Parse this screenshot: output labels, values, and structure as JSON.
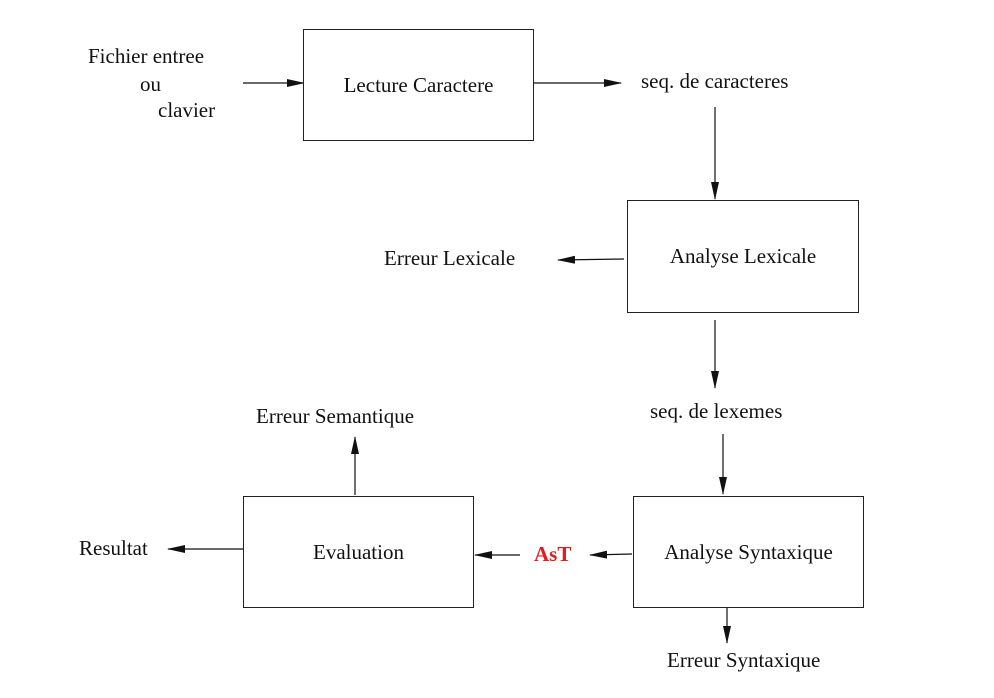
{
  "colors": {
    "stroke": "#111111",
    "ast_label": "#e41a1c"
  },
  "input": {
    "line1": "Fichier entree",
    "line2": "ou",
    "line3": "clavier"
  },
  "boxes": {
    "lecture": "Lecture Caractere",
    "lexicale": "Analyse Lexicale",
    "syntaxique": "Analyse Syntaxique",
    "evaluation": "Evaluation"
  },
  "labels": {
    "seq_caracteres": "seq. de caracteres",
    "erreur_lexicale": "Erreur Lexicale",
    "seq_lexemes": "seq. de lexemes",
    "erreur_semantique": "Erreur Semantique",
    "resultat": "Resultat",
    "ast": "AsT",
    "erreur_syntaxique": "Erreur Syntaxique"
  }
}
